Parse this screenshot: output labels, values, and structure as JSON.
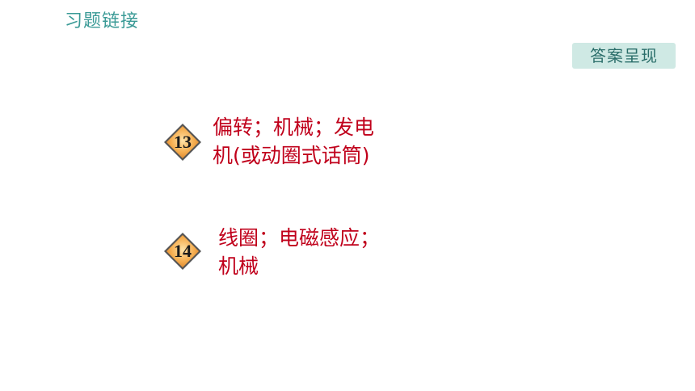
{
  "header": {
    "title": "习题链接"
  },
  "toolbar": {
    "answer_button_label": "答案呈现"
  },
  "items": [
    {
      "number": "13",
      "lines": [
        "偏转；机械；发电",
        "机(或动圈式话筒)"
      ]
    },
    {
      "number": "14",
      "lines": [
        "线圈；电磁感应；",
        "机械"
      ]
    }
  ],
  "colors": {
    "header": "#3a9a96",
    "button_bg": "#cfe9e4",
    "answer_text": "#c0001b",
    "badge_fill": "#f2a64a"
  }
}
